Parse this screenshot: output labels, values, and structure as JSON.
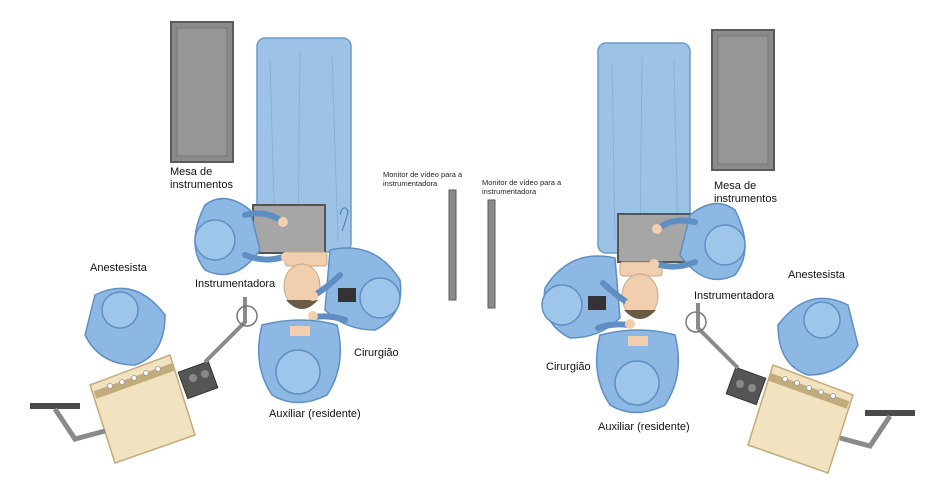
{
  "colors": {
    "drape": "#9cc3e6",
    "drape_edge": "#6d9cc8",
    "scrubs": "#8cb8e3",
    "scrubs_dark": "#5f8fc2",
    "skin": "#f1cfae",
    "hair": "#6b5a45",
    "cabinet": "#8a8a8a",
    "cabinet_edge": "#5b5b5b",
    "screen": "#a6a6a6",
    "equipment": "#4a4a4a",
    "anesthesia_cart": "#f2e3c0",
    "text": "#111111"
  },
  "labels": {
    "left": {
      "mesa": "Mesa de instrumentos",
      "instrumentadora": "Instrumentadora",
      "anestesista": "Anestesista",
      "cirurgiao": "Cirurgião",
      "auxiliar": "Auxiliar (residente)",
      "monitor": "Monitor de vídeo para a instrumentadora"
    },
    "right": {
      "mesa": "Mesa de instrumentos",
      "instrumentadora": "Instrumentadora",
      "anestesista": "Anestesista",
      "cirurgiao": "Cirurgião",
      "auxiliar": "Auxiliar (residente)",
      "monitor": "Monitor de vídeo para a instrumentadora"
    }
  }
}
